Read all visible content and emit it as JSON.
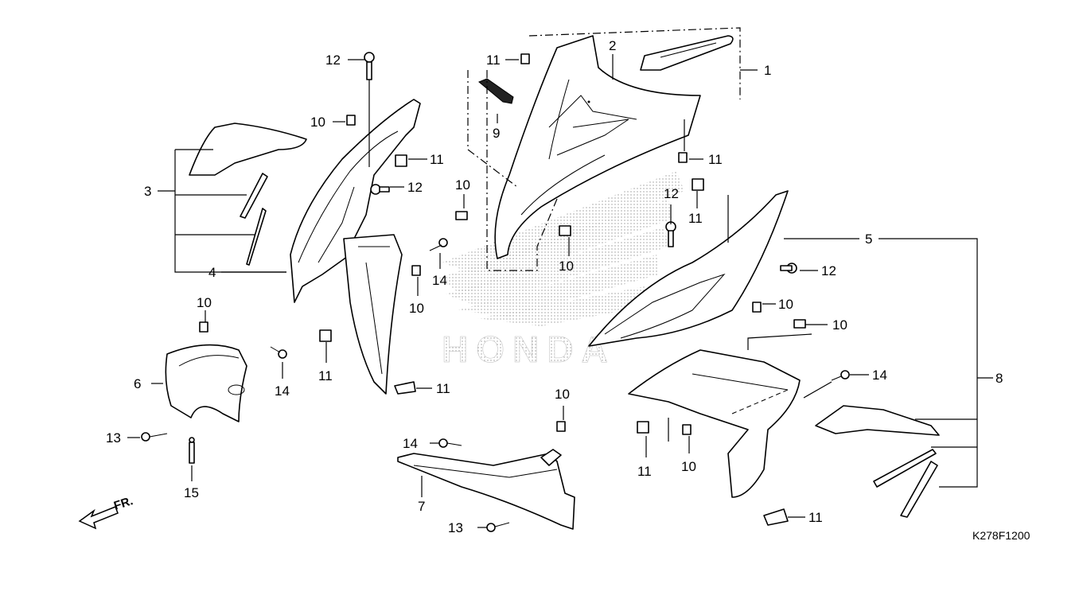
{
  "diagram": {
    "drawing_code": "K278F1200",
    "direction_label": "FR.",
    "logo_text": "HONDA",
    "callouts": [
      {
        "id": "c1",
        "text": "1"
      },
      {
        "id": "c2",
        "text": "2"
      },
      {
        "id": "c3",
        "text": "3"
      },
      {
        "id": "c4",
        "text": "4"
      },
      {
        "id": "c5",
        "text": "5"
      },
      {
        "id": "c6",
        "text": "6"
      },
      {
        "id": "c7",
        "text": "7"
      },
      {
        "id": "c8",
        "text": "8"
      },
      {
        "id": "c9",
        "text": "9"
      },
      {
        "id": "c10a",
        "text": "10"
      },
      {
        "id": "c10b",
        "text": "10"
      },
      {
        "id": "c10c",
        "text": "10"
      },
      {
        "id": "c10d",
        "text": "10"
      },
      {
        "id": "c10e",
        "text": "10"
      },
      {
        "id": "c10f",
        "text": "10"
      },
      {
        "id": "c10g",
        "text": "10"
      },
      {
        "id": "c10h",
        "text": "10"
      },
      {
        "id": "c10i",
        "text": "10"
      },
      {
        "id": "c11a",
        "text": "11"
      },
      {
        "id": "c11b",
        "text": "11"
      },
      {
        "id": "c11c",
        "text": "11"
      },
      {
        "id": "c11d",
        "text": "11"
      },
      {
        "id": "c11e",
        "text": "11"
      },
      {
        "id": "c11f",
        "text": "11"
      },
      {
        "id": "c11g",
        "text": "11"
      },
      {
        "id": "c11h",
        "text": "11"
      },
      {
        "id": "c12a",
        "text": "12"
      },
      {
        "id": "c12b",
        "text": "12"
      },
      {
        "id": "c12c",
        "text": "12"
      },
      {
        "id": "c12d",
        "text": "12"
      },
      {
        "id": "c13a",
        "text": "13"
      },
      {
        "id": "c13b",
        "text": "13"
      },
      {
        "id": "c14a",
        "text": "14"
      },
      {
        "id": "c14b",
        "text": "14"
      },
      {
        "id": "c14c",
        "text": "14"
      },
      {
        "id": "c14d",
        "text": "14"
      },
      {
        "id": "c15",
        "text": "15"
      }
    ]
  }
}
